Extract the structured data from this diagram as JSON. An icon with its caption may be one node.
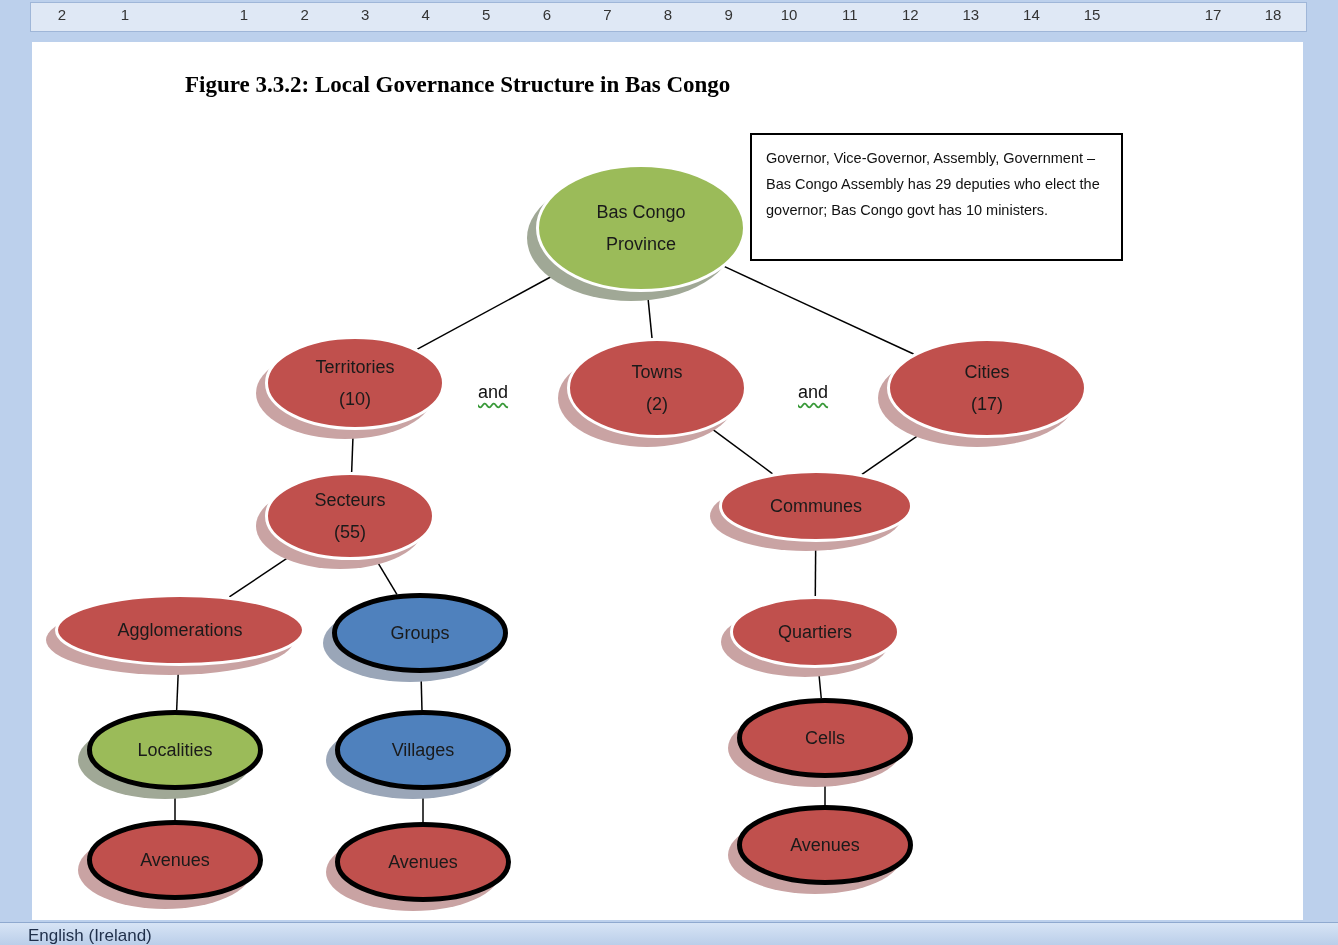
{
  "diagram": {
    "title": "Figure 3.3.2: Local Governance Structure in Bas Congo",
    "nodes": [
      {
        "text": [
          "Bas Congo Province"
        ]
      },
      {
        "text": [
          "Governor, Vice-Governor, Assembly, Government – Bas Congo Assembly has 29 deputies who elect the governor; Bas Congo govt has 10 ministers."
        ]
      },
      {
        "text": [
          "Territories (10)"
        ]
      },
      {
        "text": [
          "Towns (2)"
        ]
      },
      {
        "text": [
          "Cities (17)"
        ]
      },
      {
        "text": [
          "Secteurs (55)"
        ]
      },
      {
        "text": [
          "Communes"
        ]
      },
      {
        "text": [
          "Agglomerations"
        ]
      },
      {
        "text": [
          "Groups"
        ]
      },
      {
        "text": [
          "Quartiers"
        ]
      },
      {
        "text": [
          "Localities"
        ]
      },
      {
        "text": [
          "Villages"
        ]
      },
      {
        "text": [
          "Cells"
        ]
      },
      {
        "text": [
          "Avenues"
        ]
      },
      {
        "text": [
          "Avenues"
        ]
      },
      {
        "text": [
          "Avenues"
        ]
      }
    ],
    "edges": [
      {
        "from": 0,
        "to": 2,
        "arrow": "none"
      },
      {
        "from": 0,
        "to": 3,
        "arrow": "none"
      },
      {
        "from": 0,
        "to": 4,
        "arrow": "none"
      },
      {
        "from": 2,
        "to": 5,
        "arrow": "none"
      },
      {
        "from": 3,
        "to": 6,
        "arrow": "none"
      },
      {
        "from": 4,
        "to": 6,
        "arrow": "none"
      },
      {
        "from": 5,
        "to": 7,
        "arrow": "none"
      },
      {
        "from": 5,
        "to": 8,
        "arrow": "none"
      },
      {
        "from": 6,
        "to": 9,
        "arrow": "none"
      },
      {
        "from": 7,
        "to": 10,
        "arrow": "none"
      },
      {
        "from": 8,
        "to": 11,
        "arrow": "none"
      },
      {
        "from": 9,
        "to": 12,
        "arrow": "none"
      },
      {
        "from": 10,
        "to": 13,
        "arrow": "none"
      },
      {
        "from": 11,
        "to": 14,
        "arrow": "none"
      },
      {
        "from": 12,
        "to": 15,
        "arrow": "none"
      }
    ],
    "labels": [
      "and",
      "and",
      "2",
      "1",
      "1",
      "2",
      "3",
      "4",
      "5",
      "6",
      "7",
      "8",
      "9",
      "10",
      "11",
      "12",
      "13",
      "14",
      "15",
      "17",
      "18",
      "English (Ireland)"
    ]
  }
}
